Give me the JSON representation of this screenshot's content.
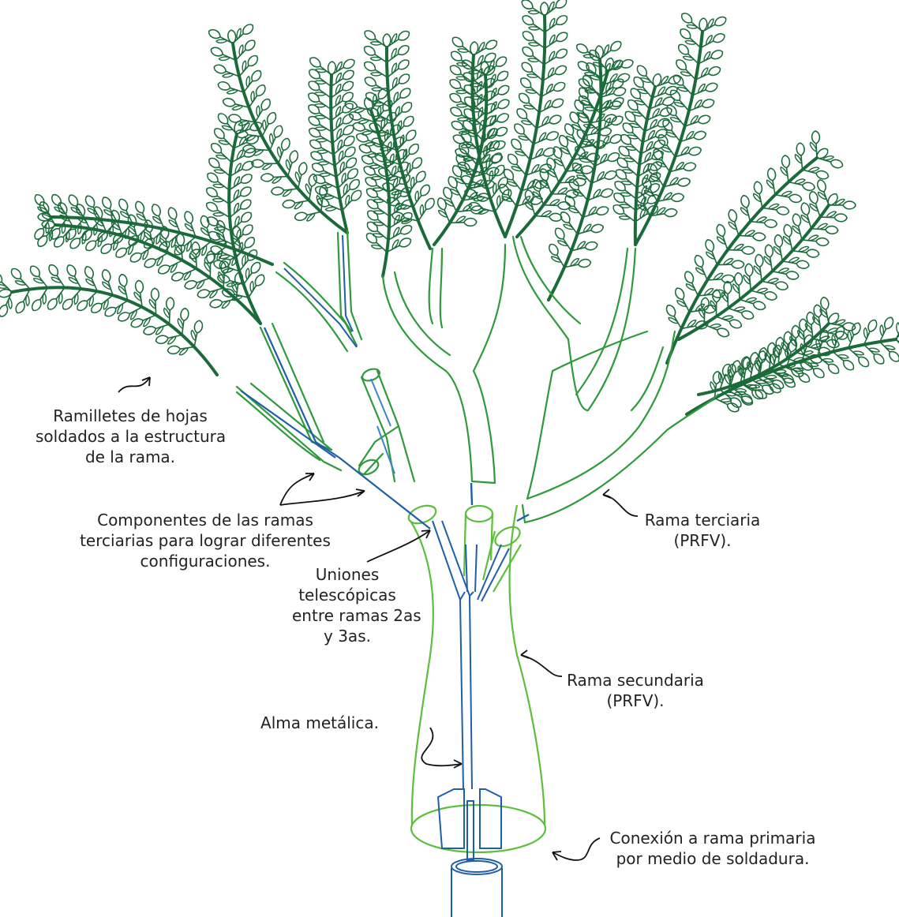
{
  "labels": {
    "ramilletes": [
      "Ramilletes de hojas",
      "soldados a la estructura",
      "de la rama."
    ],
    "componentes": [
      "Componentes de las ramas",
      "terciarias para lograr diferentes",
      "configuraciones."
    ],
    "uniones": [
      "Uniones",
      "telescópicas",
      "entre ramas 2as",
      "y 3as."
    ],
    "alma": [
      "Alma metálica."
    ],
    "terciaria": [
      "Rama terciaria",
      "(PRFV)."
    ],
    "secundaria": [
      "Rama secundaria",
      "(PRFV)."
    ],
    "conexion": [
      "Conexión a rama primaria",
      "por medio de soldadura."
    ]
  },
  "colors": {
    "leaf_green": "#1b6b3a",
    "branch_green": "#2e9a3c",
    "trunk_green": "#5cbf3c",
    "steel_blue": "#1f5fa8",
    "steel_light": "#3a86c8",
    "text": "#222222"
  }
}
